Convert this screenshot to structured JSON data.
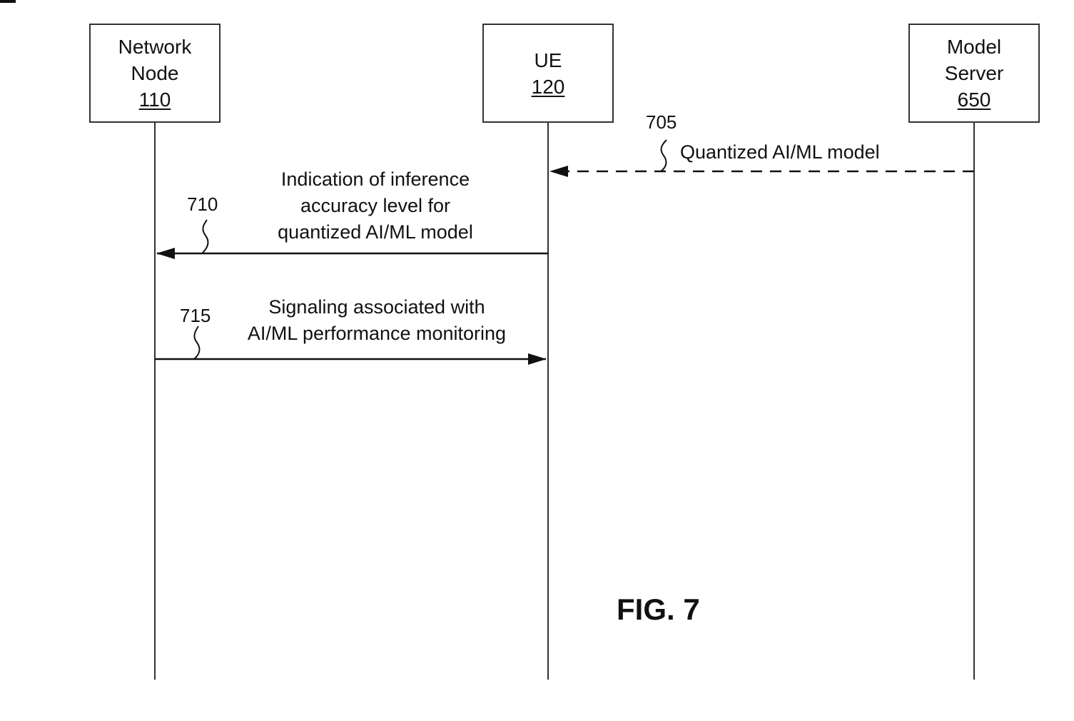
{
  "participants": {
    "network_node": {
      "name_line1": "Network",
      "name_line2": "Node",
      "ref": "110"
    },
    "ue": {
      "name": "UE",
      "ref": "120"
    },
    "model_server": {
      "name_line1": "Model",
      "name_line2": "Server",
      "ref": "650"
    }
  },
  "messages": {
    "m705": {
      "ref": "705",
      "text": "Quantized AI/ML model",
      "style": "dashed",
      "from": "model_server",
      "to": "ue"
    },
    "m710": {
      "ref": "710",
      "line1": "Indication of inference",
      "line2": "accuracy level for",
      "line3": "quantized AI/ML model",
      "style": "solid",
      "from": "ue",
      "to": "network_node"
    },
    "m715": {
      "ref": "715",
      "line1": "Signaling associated with",
      "line2": "AI/ML performance monitoring",
      "style": "solid",
      "from": "network_node",
      "to": "ue"
    }
  },
  "figure": {
    "caption": "FIG. 7"
  }
}
